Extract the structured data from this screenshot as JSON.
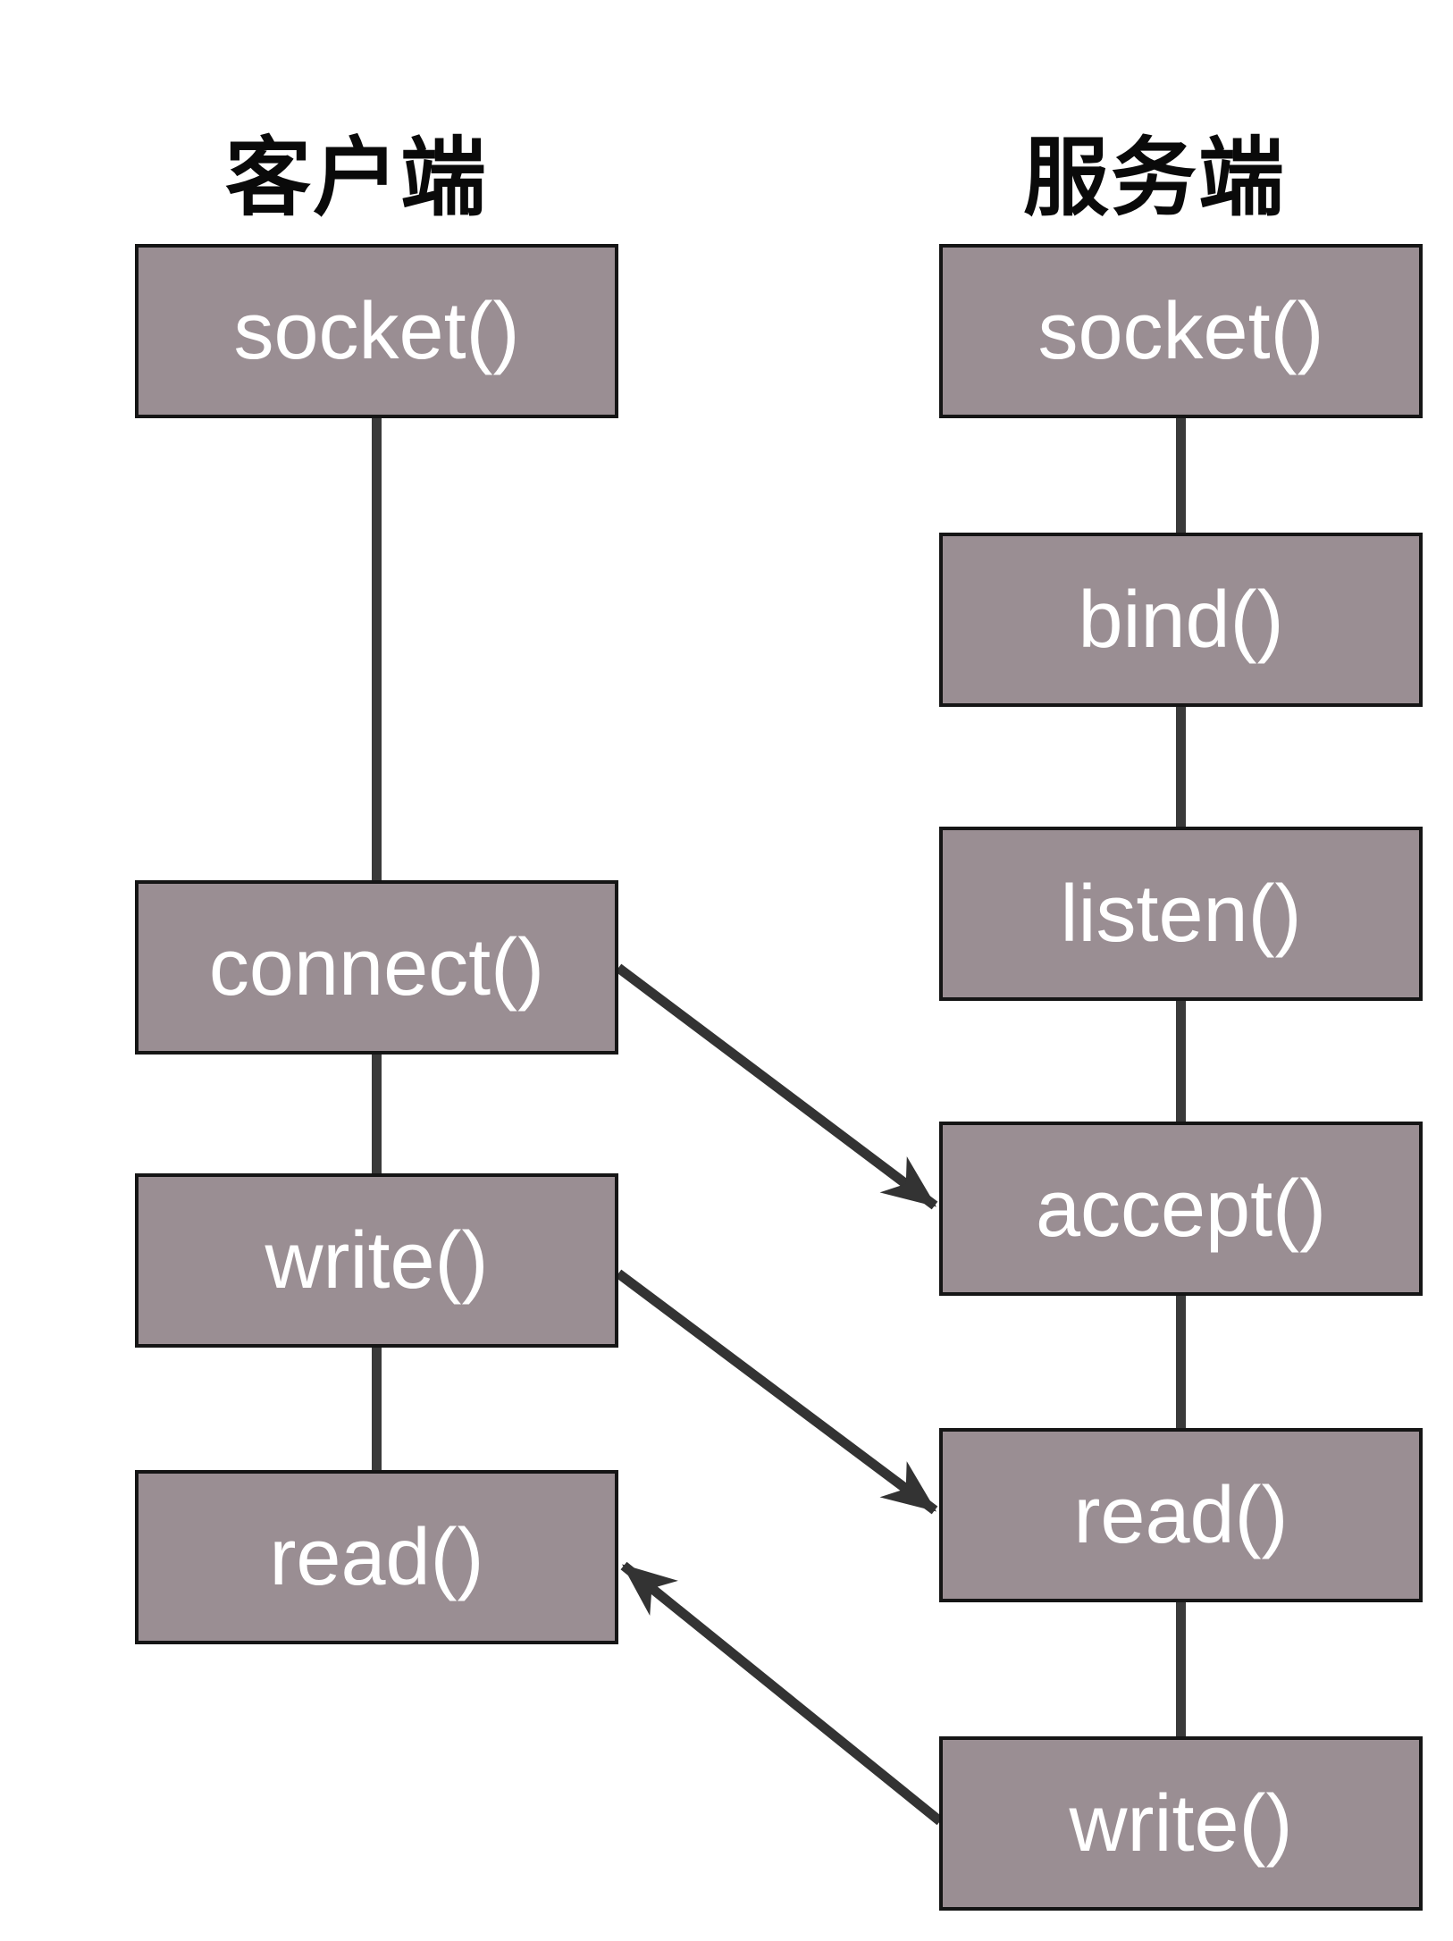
{
  "diagram": {
    "client": {
      "title": "客户端",
      "boxes": [
        {
          "label": "socket()"
        },
        {
          "label": "connect()"
        },
        {
          "label": "write()"
        },
        {
          "label": "read()"
        }
      ]
    },
    "server": {
      "title": "服务端",
      "boxes": [
        {
          "label": "socket()"
        },
        {
          "label": "bind()"
        },
        {
          "label": "listen()"
        },
        {
          "label": "accept()"
        },
        {
          "label": "read()"
        },
        {
          "label": "write()"
        }
      ]
    },
    "connections": [
      {
        "from": "client connect()",
        "to": "server accept()"
      },
      {
        "from": "client write()",
        "to": "server read()"
      },
      {
        "from": "server write()",
        "to": "client read()"
      }
    ],
    "colors": {
      "box_fill": "#9a8e93",
      "box_border": "#151515",
      "box_text": "#ffffff",
      "title_text": "#0a0a0a",
      "connector": "#3a3a3a",
      "arrow": "#333333",
      "page_bg": "#ffffff"
    }
  }
}
